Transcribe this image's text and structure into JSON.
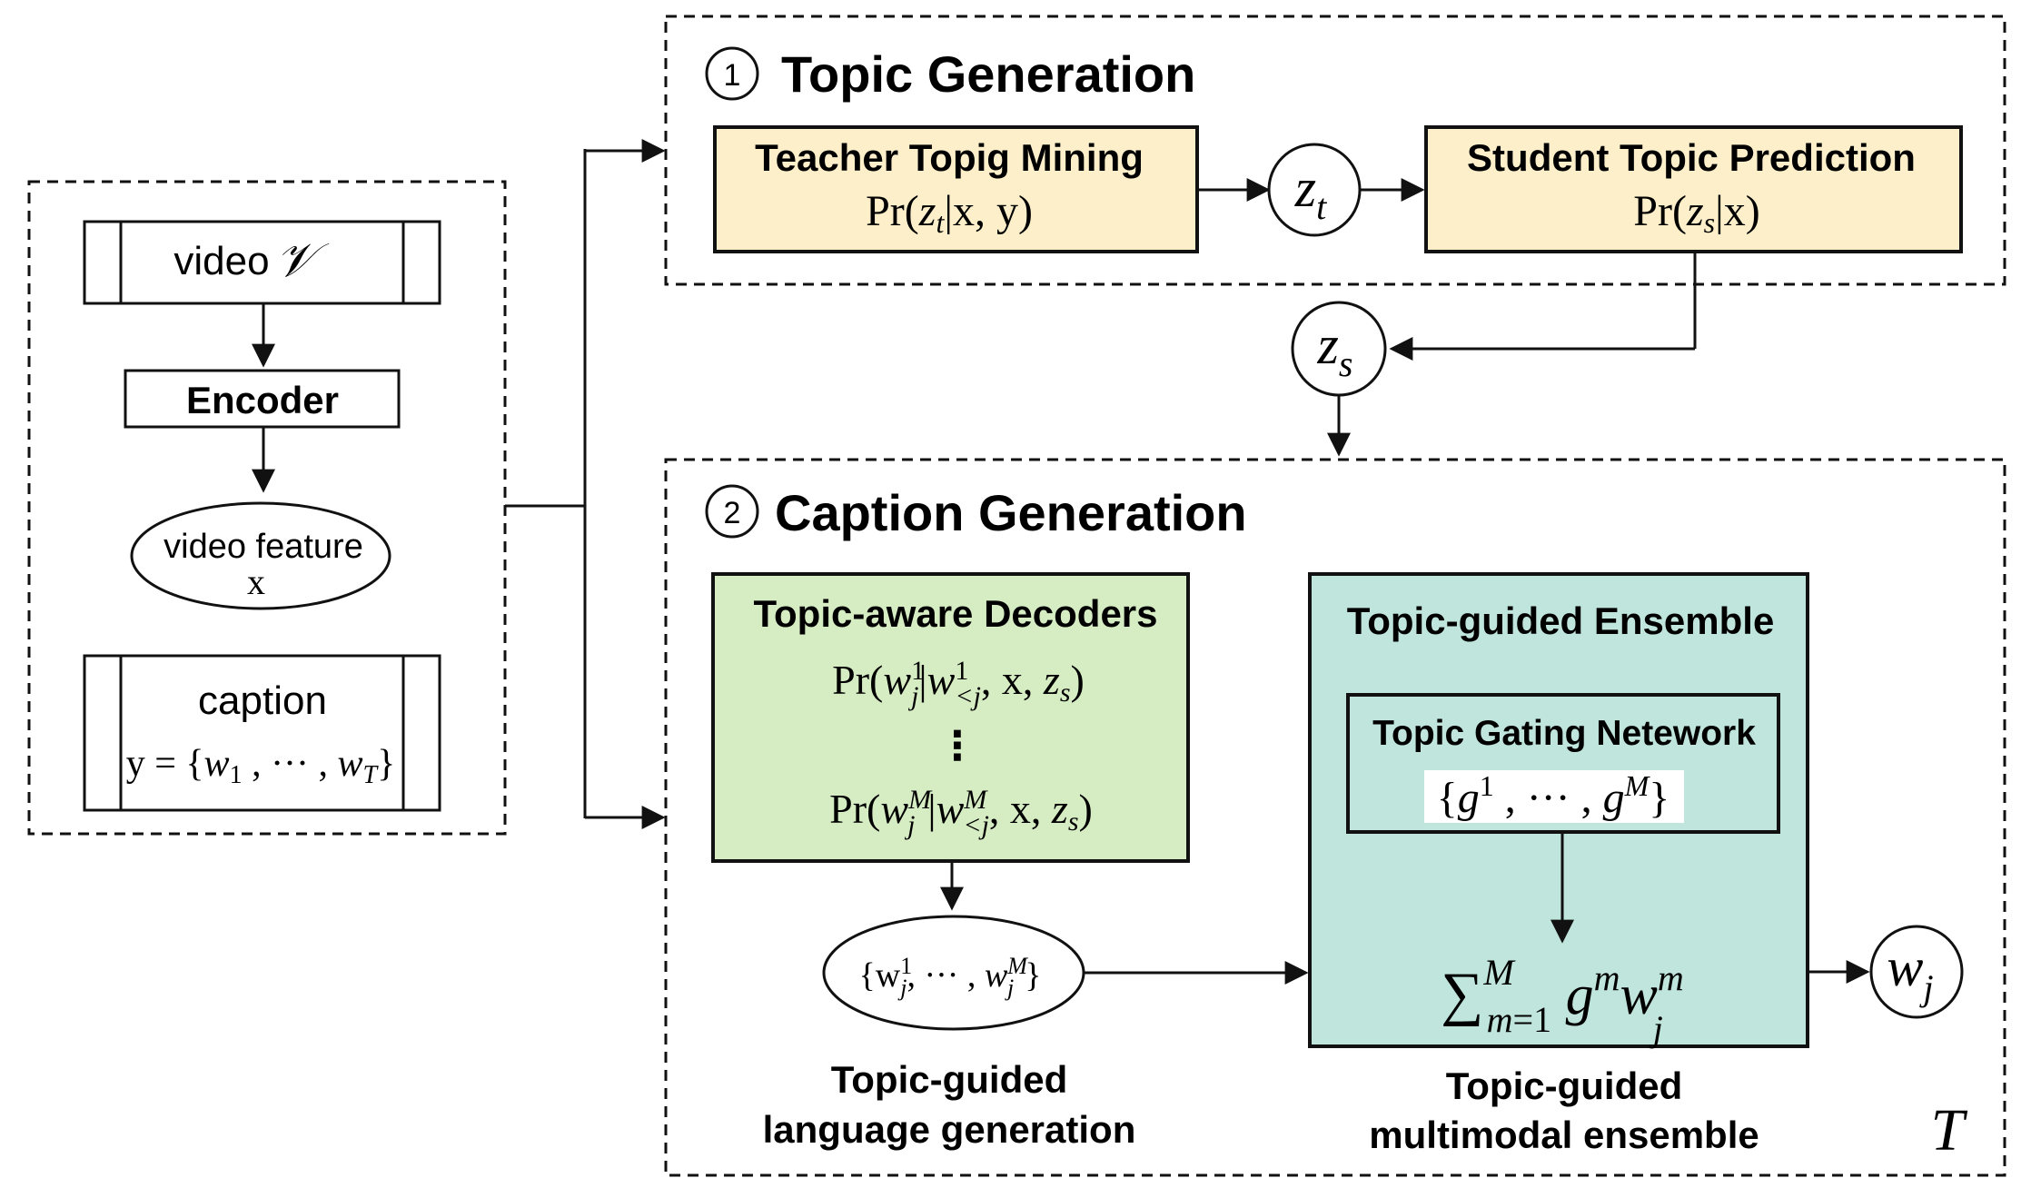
{
  "input_panel": {
    "video_label": "video",
    "video_symbol": "𝒱",
    "encoder_label": "Encoder",
    "feature_label": "video feature",
    "feature_symbol": "x",
    "caption_label": "caption",
    "caption_formula": "y = {w₁ , ··· , w_T}"
  },
  "topic_generation": {
    "step_marker": "1",
    "title": "Topic Generation",
    "teacher_title": "Teacher Topig Mining",
    "teacher_formula": "Pr(z_t|x, y)",
    "zt_label": "z_t",
    "student_title": "Student Topic Prediction",
    "student_formula": "Pr(z_s|x)",
    "zs_label": "z_s"
  },
  "caption_generation": {
    "step_marker": "2",
    "title": "Caption Generation",
    "decoders_title": "Topic-aware Decoders",
    "decoder_formula_first": "Pr(w_j^1|w_<j^1, x, z_s)",
    "decoder_ellipsis": "⋮",
    "decoder_formula_last": "Pr(w_j^M|w_<j^M, x, z_s)",
    "words_set": "{w_j^1, ··· , w_j^M}",
    "lang_gen_caption_line1": "Topic-guided",
    "lang_gen_caption_line2": "language generation",
    "ensemble_title": "Topic-guided Ensemble",
    "gating_title": "Topic Gating Netework",
    "gating_formula": "{g¹, ··· , g^M}",
    "ensemble_formula": "Σ_{m=1}^M g^m w_j^m",
    "multimodal_caption_line1": "Topic-guided",
    "multimodal_caption_line2": "multimodal ensemble",
    "output_label": "w_j",
    "loop_label": "T"
  },
  "colors": {
    "yellow_fill": "#fcefc9",
    "green_fill": "#d6edc3",
    "teal_fill": "#bfe5dc",
    "stroke": "#111111"
  }
}
